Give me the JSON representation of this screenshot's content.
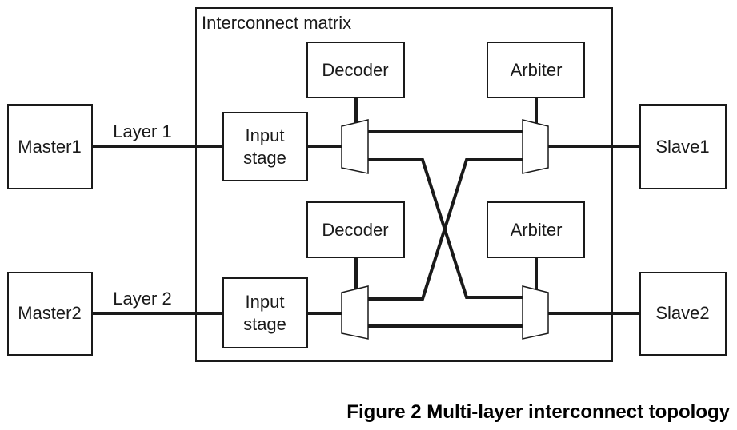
{
  "matrix": {
    "title": "Interconnect matrix"
  },
  "masters": [
    "Master1",
    "Master2"
  ],
  "layers": [
    "Layer 1",
    "Layer 2"
  ],
  "input_stage": {
    "line1": "Input",
    "line2": "stage"
  },
  "decoder": "Decoder",
  "arbiter": "Arbiter",
  "slaves": [
    "Slave1",
    "Slave2"
  ],
  "caption": "Figure 2 Multi-layer interconnect topology"
}
